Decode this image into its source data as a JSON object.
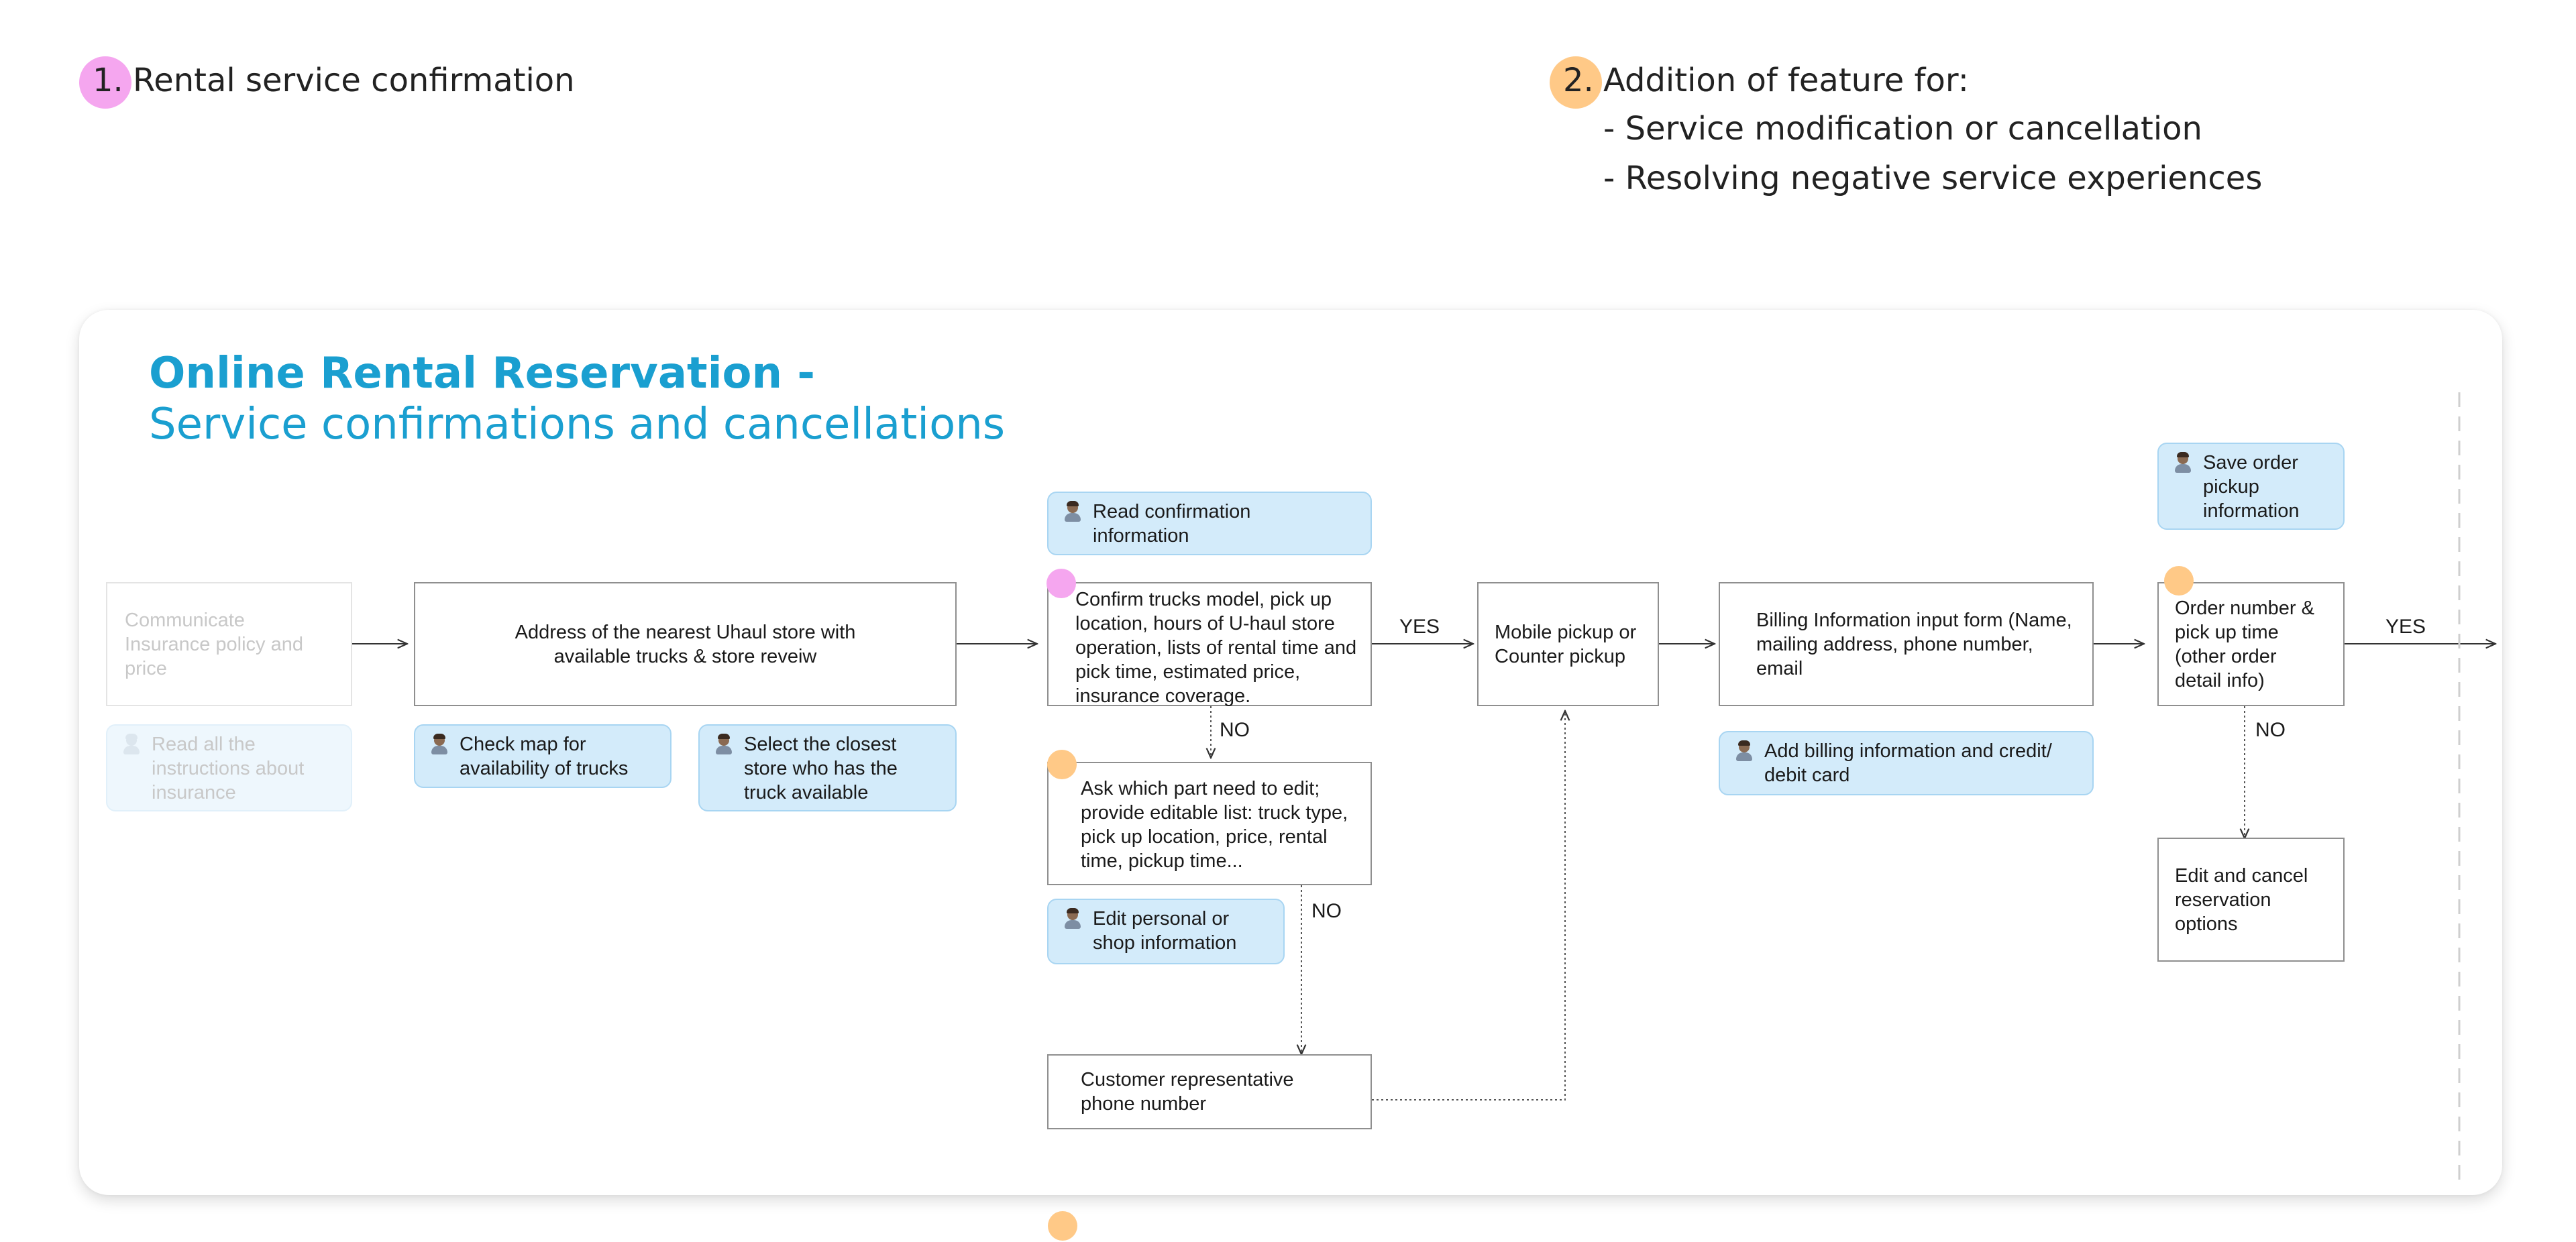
{
  "colors": {
    "pink": "#f5a6ef",
    "orange": "#ffc987",
    "title": "#1a9fd0",
    "note_bg": "#d3ebfa"
  },
  "header": {
    "item1": {
      "number": "1.",
      "text": "Rental service confirmation"
    },
    "item2": {
      "number": "2.",
      "lines": [
        "Addition of feature for:",
        "- Service modification or cancellation",
        "- Resolving negative service experiences"
      ]
    }
  },
  "diagram": {
    "title_bold": "Online Rental Reservation -",
    "title_sub": "Service confirmations and cancellations",
    "steps": {
      "communicate": "Communicate Insurance policy and price",
      "address": "Address of the nearest Uhaul store with available trucks & store reveiw",
      "confirm": "Confirm trucks model, pick up location, hours of U-haul store operation, lists of rental time and pick time, estimated price, insurance coverage.",
      "ask_edit": "Ask which part need to edit; provide editable list: truck type, pick up location, price, rental time, pickup time...",
      "customer_rep": "Customer representative phone number",
      "mobile_pickup": "Mobile pickup or Counter pickup",
      "billing": "Billing Information input form (Name, mailing address, phone number, email",
      "order": "Order number & pick up time (other order detail info)",
      "edit_cancel": "Edit and cancel reservation options"
    },
    "notes": {
      "read_instructions": "Read all the instructions about insurance",
      "check_map": "Check map for availability of trucks",
      "select_store": "Select the closest store who has the truck available",
      "read_confirmation": "Read confirmation information",
      "edit_personal": "Edit personal or shop information",
      "add_billing": "Add billing information and credit/ debit card",
      "save_order": "Save order pickup information"
    },
    "labels": {
      "yes1": "YES",
      "no1": "NO",
      "no2": "NO",
      "yes2": "YES",
      "no3": "NO"
    },
    "icons": {
      "person": "person-avatar-icon"
    }
  }
}
